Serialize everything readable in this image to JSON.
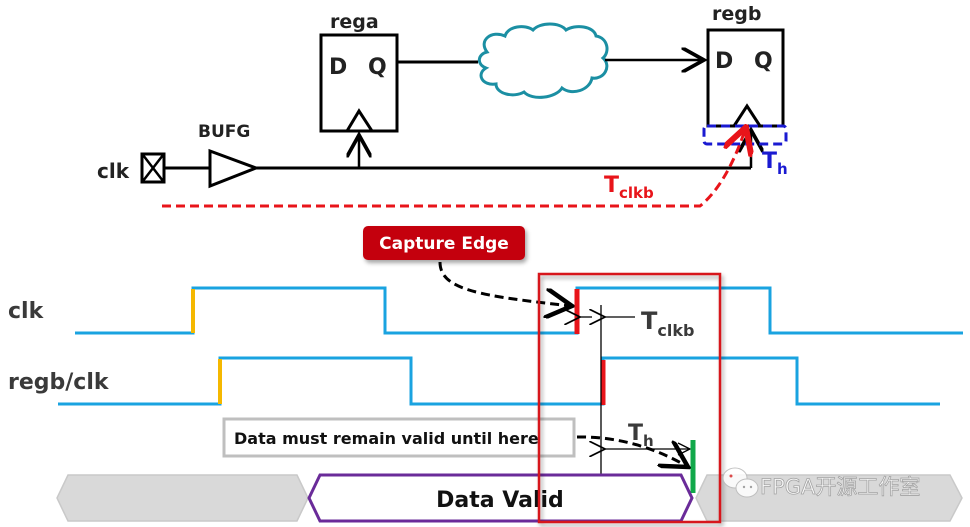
{
  "schematic": {
    "reg_a_label": "rega",
    "reg_b_label": "regb",
    "d_pin": "D",
    "q_pin": "Q",
    "buffer_label": "BUFG",
    "clk_port_label": "clk",
    "tclk_main": "T",
    "tclk_sub": "clkb",
    "th_main": "T",
    "th_sub": "h"
  },
  "timing": {
    "capture_edge_label": "Capture Edge",
    "clk_label": "clk",
    "regb_clk_label": "regb/clk",
    "tclk_main": "T",
    "tclk_sub": "clkb",
    "th_main": "T",
    "th_sub": "h",
    "note_text": "Data must remain valid until here",
    "data_valid_label": "Data Valid"
  },
  "watermark": "FPGA开源工作室",
  "colors": {
    "clock_wave": "#1aa3e0",
    "launch_edge": "#f5b800",
    "capture_edge": "#e8141a",
    "hold_edge": "#11a84a",
    "data_valid_border": "#6a2b99",
    "cloud": "#1b8fa3",
    "hold_box": "#1a1ad1",
    "highlight_box": "#d7141a",
    "callout_bg": "#c4060e"
  }
}
